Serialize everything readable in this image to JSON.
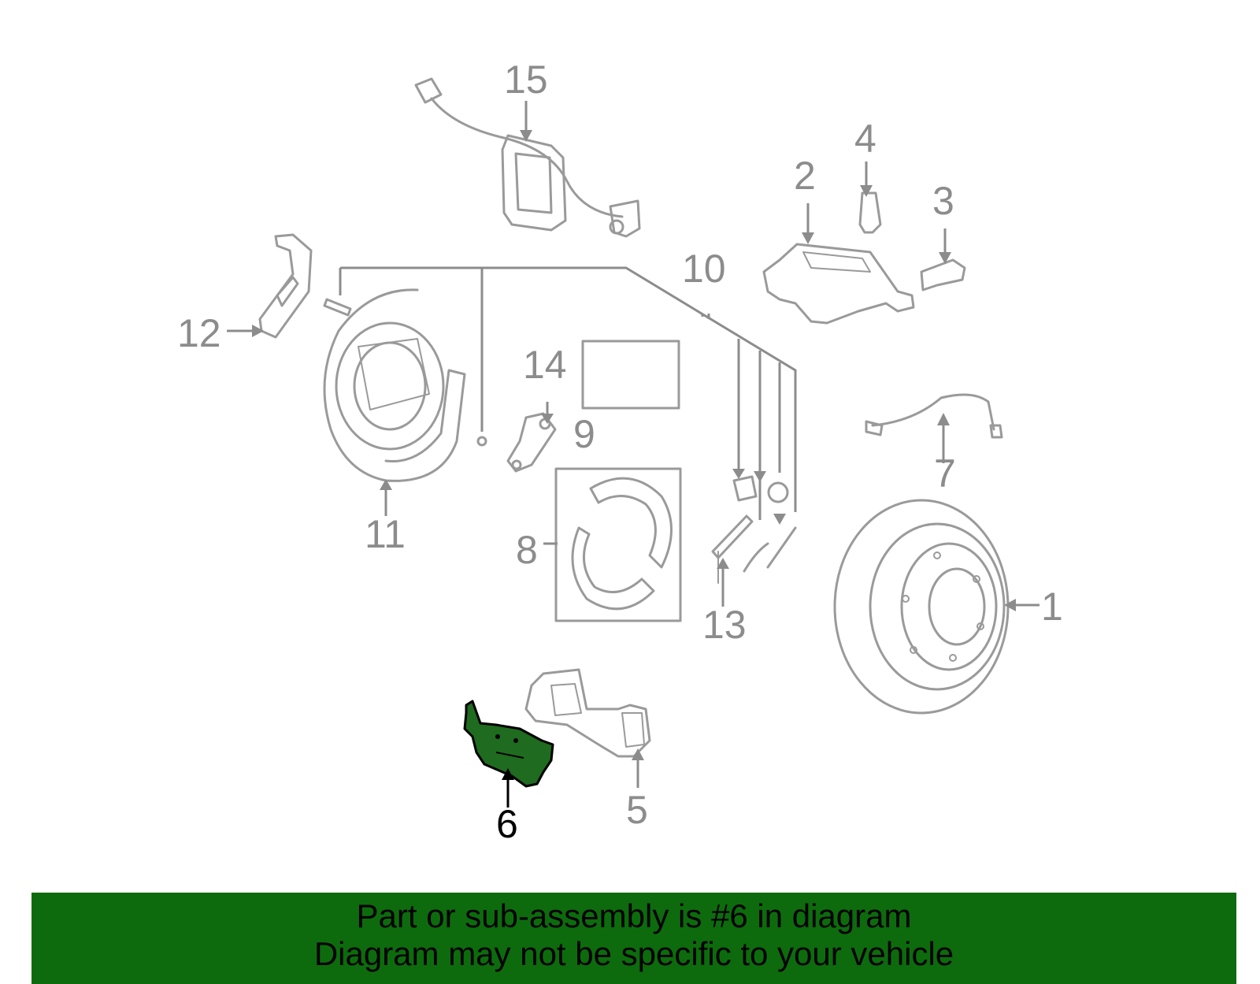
{
  "colors": {
    "part_stroke": "#9a9a9a",
    "callout_gray": "#8c8c8c",
    "highlight_fill": "#1f6b1f",
    "banner_bg": "#0d6b0d",
    "banner_text": "#000000"
  },
  "callouts": {
    "c1": "1",
    "c2": "2",
    "c3": "3",
    "c4": "4",
    "c5": "5",
    "c6": "6",
    "c7": "7",
    "c8": "8",
    "c9": "9",
    "c10": "10",
    "c11": "11",
    "c12": "12",
    "c13": "13",
    "c14": "14",
    "c15": "15"
  },
  "highlighted_part": "6",
  "banner": {
    "line1": "Part or sub-assembly is #6 in diagram",
    "line2": "Diagram may not be specific to your vehicle"
  }
}
